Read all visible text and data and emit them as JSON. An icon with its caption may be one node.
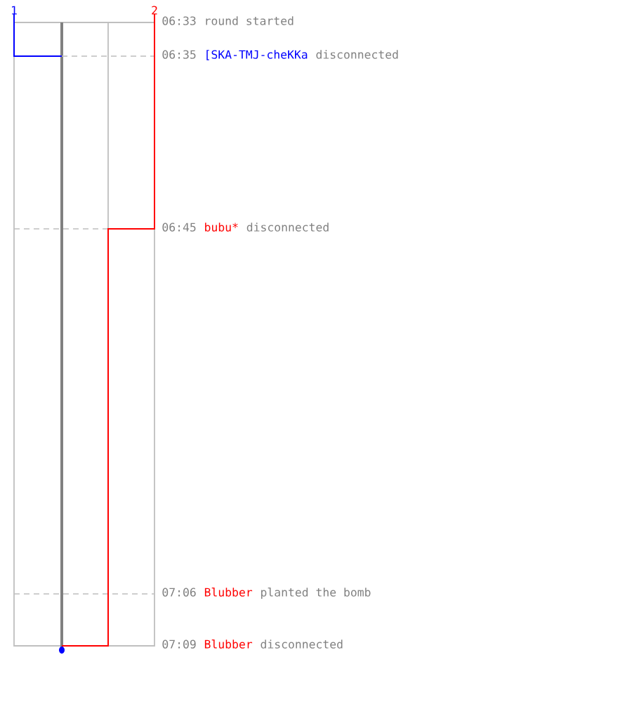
{
  "diagram": {
    "labels": [
      "1",
      "2",
      "06:33",
      "round started",
      "06:35",
      "[SKA-TMJ-cheKKa",
      "disconnected",
      "06:45",
      "bubu*",
      "disconnected",
      "07:06",
      "Blubber",
      "planted the bomb",
      "07:09",
      "Blubber",
      "disconnected"
    ]
  }
}
